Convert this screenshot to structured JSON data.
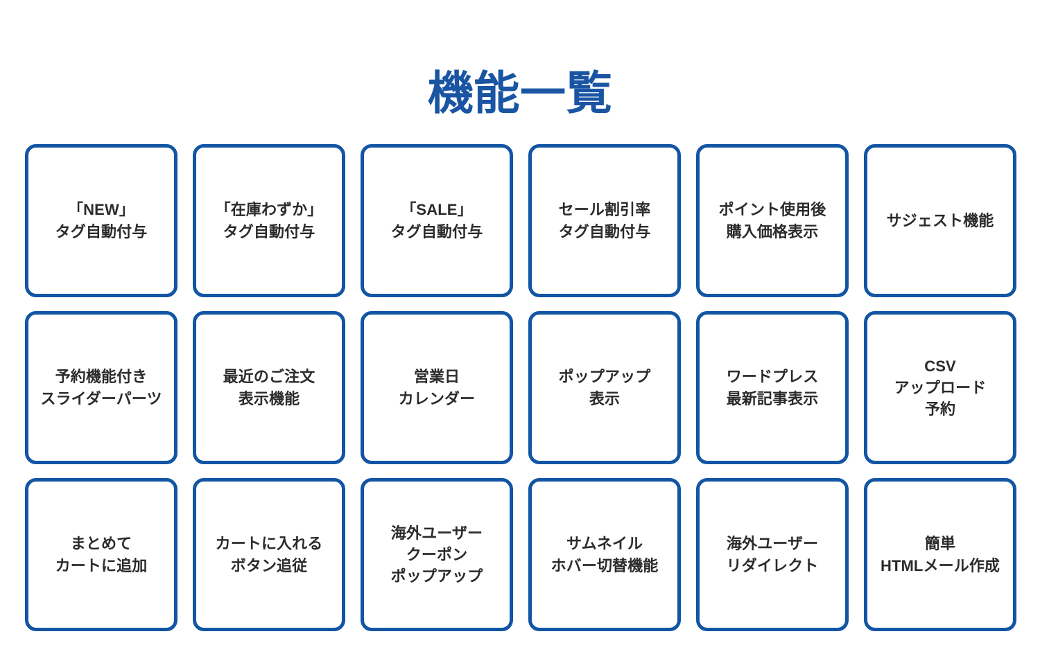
{
  "header": {
    "title": "機能一覧"
  },
  "theme": {
    "brand_blue": "#1255a4",
    "title_blue": "#1a55a3",
    "label_text": "#2b2b2b",
    "background": "#ffffff"
  },
  "grid": {
    "columns": 6,
    "rows": 3,
    "count": 18
  },
  "features": [
    {
      "label": "「NEW」\nタグ自動付与"
    },
    {
      "label": "「在庫わずか」\nタグ自動付与"
    },
    {
      "label": "「SALE」\nタグ自動付与"
    },
    {
      "label": "セール割引率\nタグ自動付与"
    },
    {
      "label": "ポイント使用後\n購入価格表示"
    },
    {
      "label": "サジェスト機能"
    },
    {
      "label": "予約機能付き\nスライダーパーツ"
    },
    {
      "label": "最近のご注文\n表示機能"
    },
    {
      "label": "営業日\nカレンダー"
    },
    {
      "label": "ポップアップ\n表示"
    },
    {
      "label": "ワードプレス\n最新記事表示"
    },
    {
      "label": "CSV\nアップロード\n予約"
    },
    {
      "label": "まとめて\nカートに追加"
    },
    {
      "label": "カートに入れる\nボタン追従"
    },
    {
      "label": "海外ユーザー\nクーポン\nポップアップ"
    },
    {
      "label": "サムネイル\nホバー切替機能"
    },
    {
      "label": "海外ユーザー\nリダイレクト"
    },
    {
      "label": "簡単\nHTMLメール作成"
    }
  ]
}
